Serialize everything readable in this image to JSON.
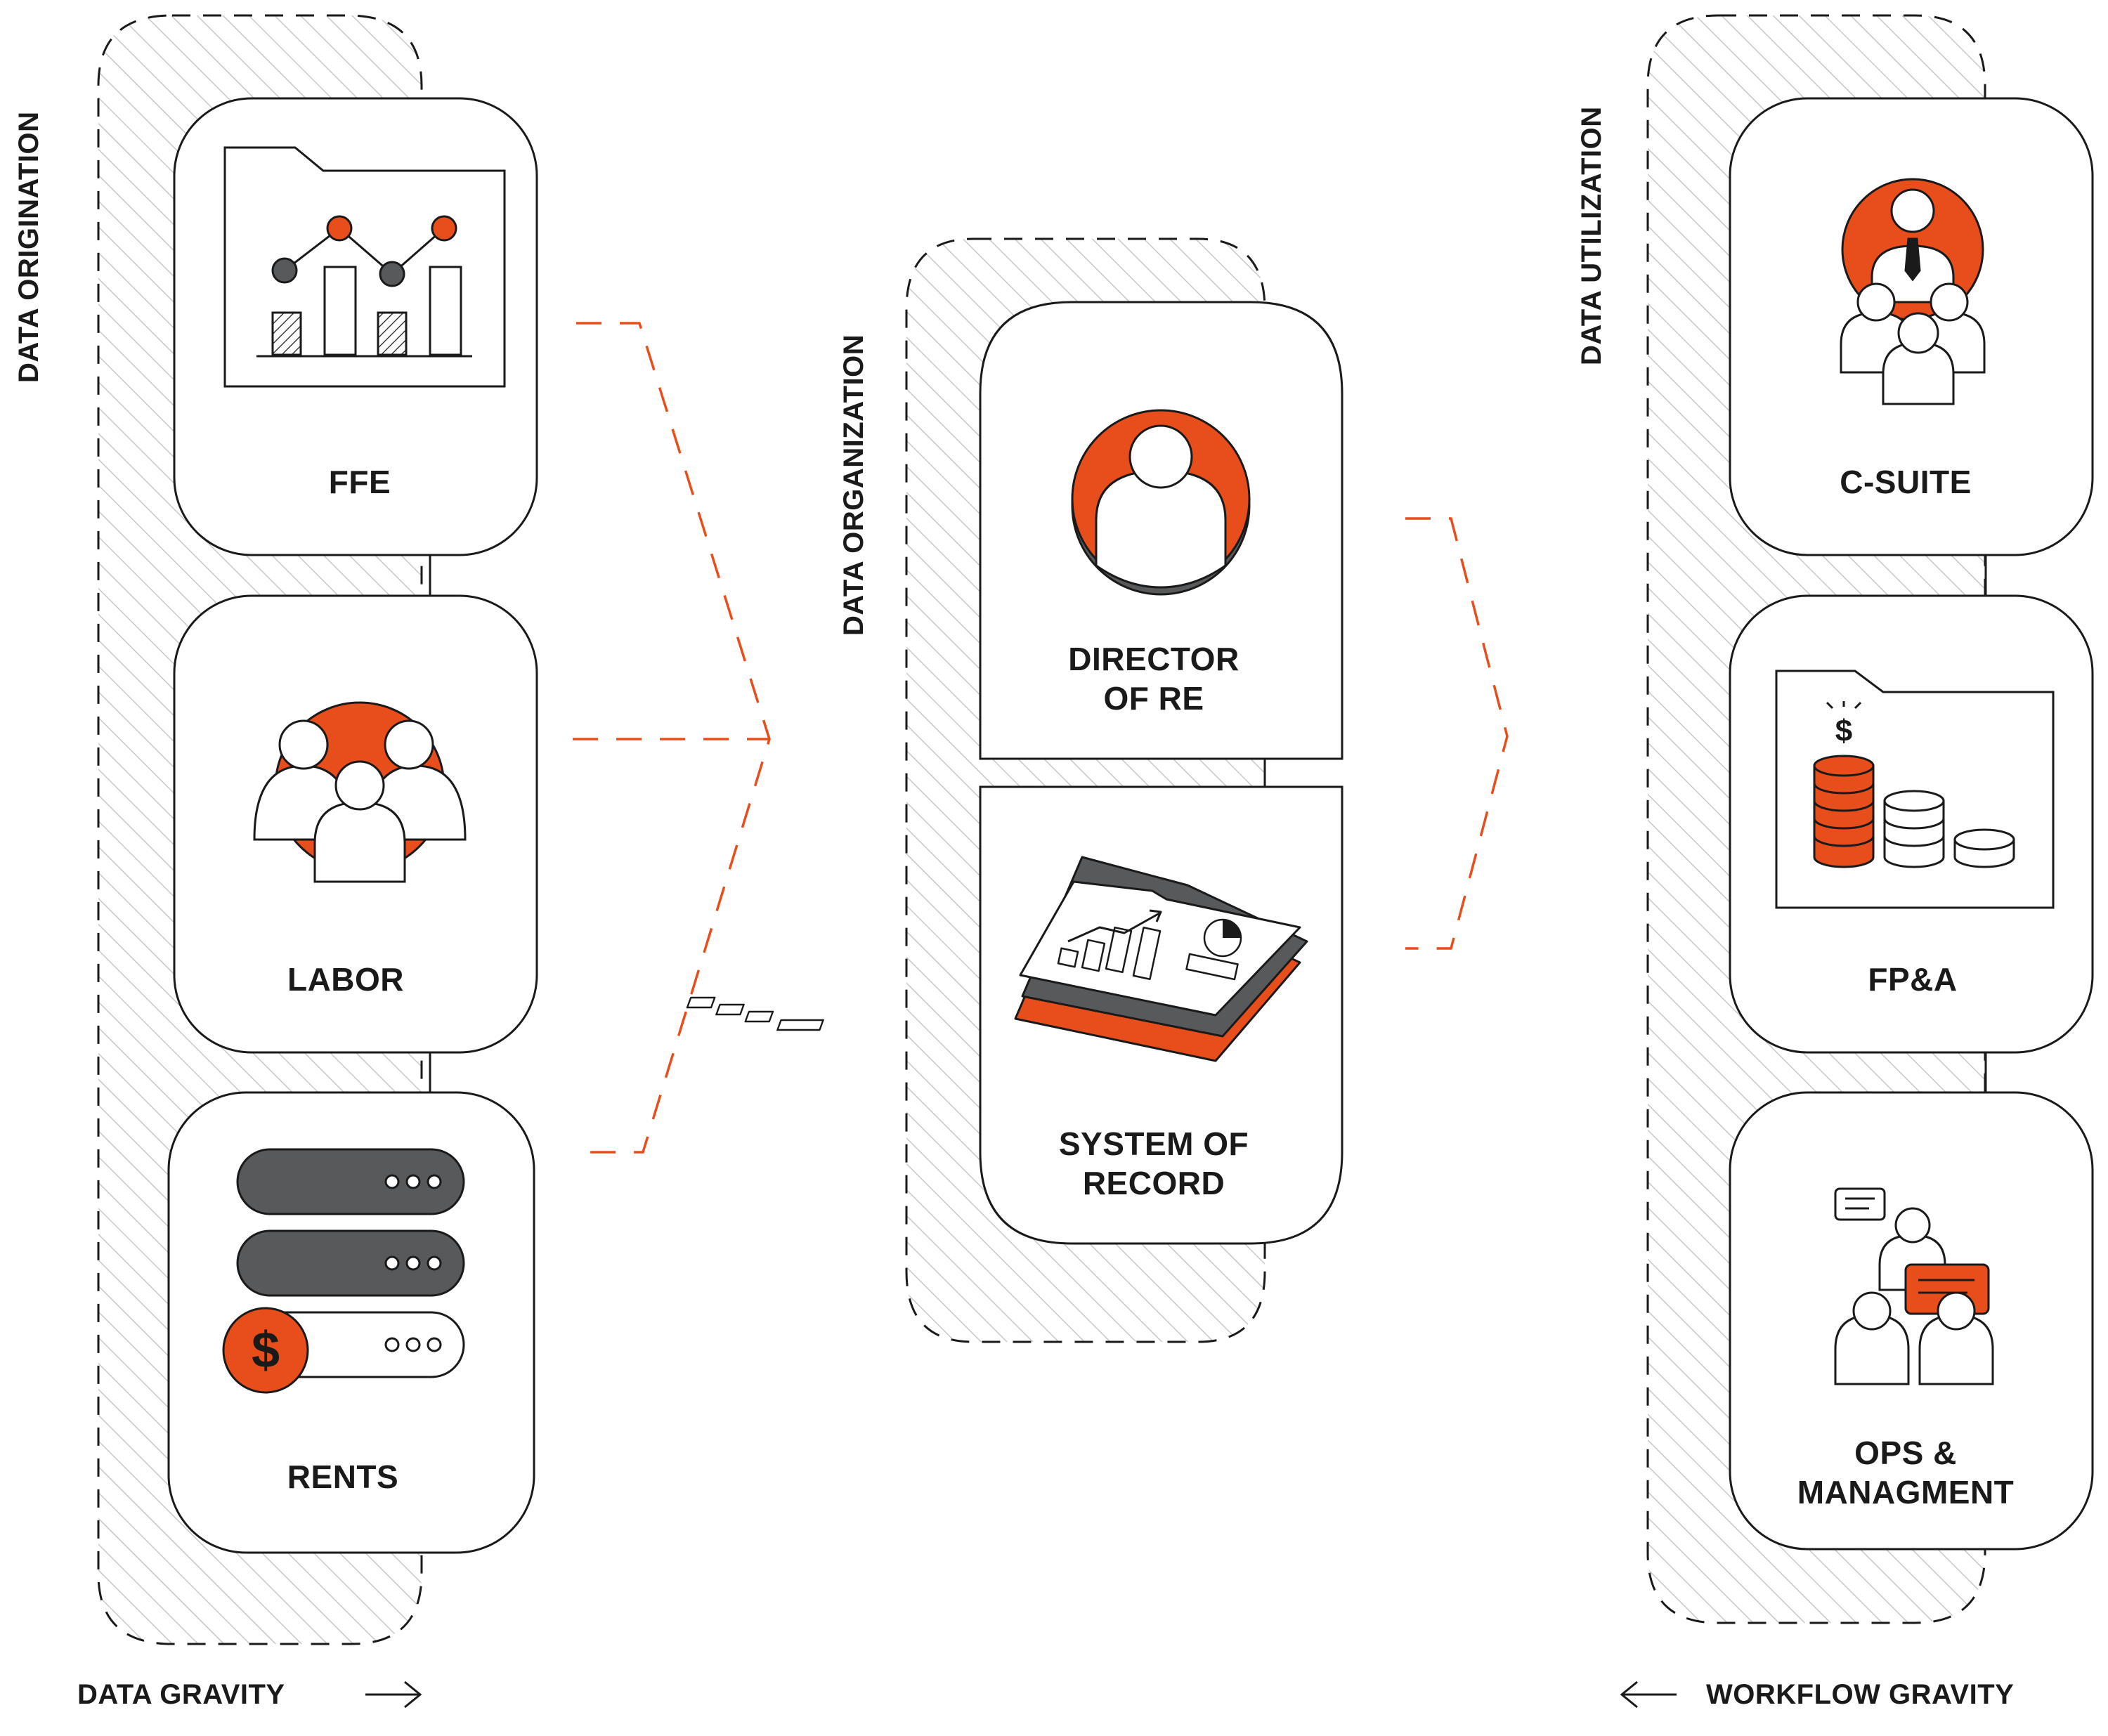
{
  "sections": {
    "origination": "DATA ORIGINATION",
    "organization": "DATA ORGANIZATION",
    "utilization": "DATA UTILIZATION"
  },
  "cards": {
    "ffe": "FFE",
    "labor": "LABOR",
    "rents": "RENTS",
    "director": [
      "DIRECTOR",
      "OF RE"
    ],
    "system": [
      "SYSTEM OF",
      "RECORD"
    ],
    "csuite": "C-SUITE",
    "fpa": "FP&A",
    "ops": [
      "OPS &",
      "MANAGMENT"
    ]
  },
  "footer": {
    "data_gravity": "DATA GRAVITY",
    "workflow_gravity": "WORKFLOW GRAVITY"
  },
  "icons": {
    "dollar": "$"
  },
  "colors": {
    "accent": "#e84e1b",
    "dark": "#1a1a1a",
    "gray": "#58595b",
    "hatch": "#c8c8c8"
  }
}
